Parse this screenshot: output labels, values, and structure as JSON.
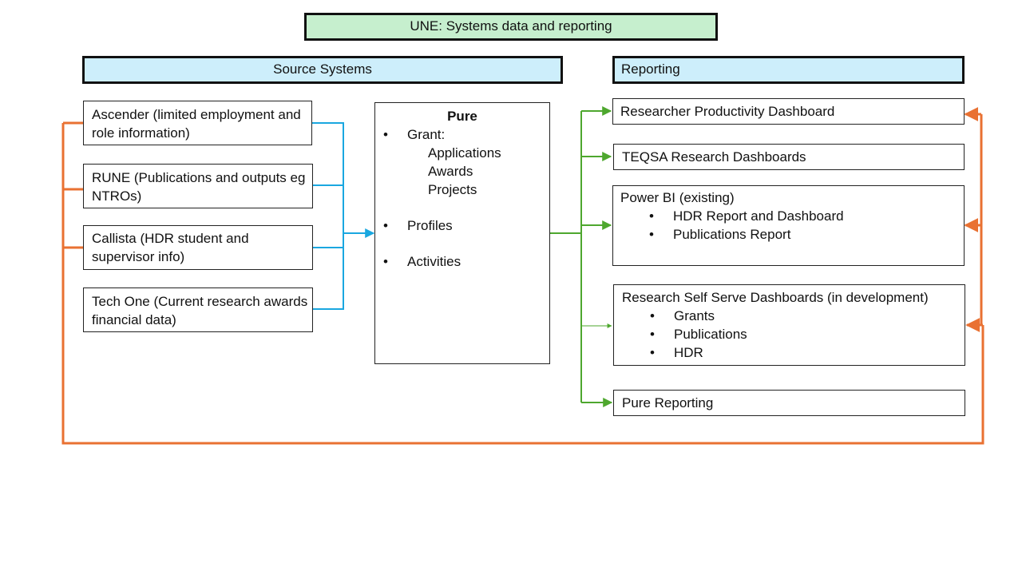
{
  "title": "UNE: Systems data and reporting",
  "sections": {
    "source_systems": "Source Systems",
    "reporting": "Reporting"
  },
  "sources": [
    "Ascender (limited employment and role information)",
    "RUNE (Publications and outputs eg NTROs)",
    "Callista (HDR student and supervisor info)",
    "Tech One (Current research awards financial data)"
  ],
  "pure": {
    "title": "Pure",
    "grant_label": "Grant:",
    "grant_items": [
      "Applications",
      "Awards",
      "Projects"
    ],
    "profiles": "Profiles",
    "activities": "Activities"
  },
  "reports": {
    "researcher_productivity": "Researcher Productivity Dashboard",
    "teqsa": "TEQSA Research Dashboards",
    "power_bi": {
      "title": "Power BI (existing)",
      "items": [
        "HDR Report and Dashboard",
        "Publications Report"
      ]
    },
    "self_serve": {
      "title": "Research Self Serve Dashboards (in development)",
      "items": [
        "Grants",
        "Publications",
        "HDR"
      ]
    },
    "pure_reporting": "Pure Reporting"
  },
  "colors": {
    "title_fill": "#c6efce",
    "section_fill": "#cdeefb",
    "source_to_pure": "#1aa7e0",
    "pure_to_reports": "#4ea72e",
    "feedback": "#e97132"
  }
}
